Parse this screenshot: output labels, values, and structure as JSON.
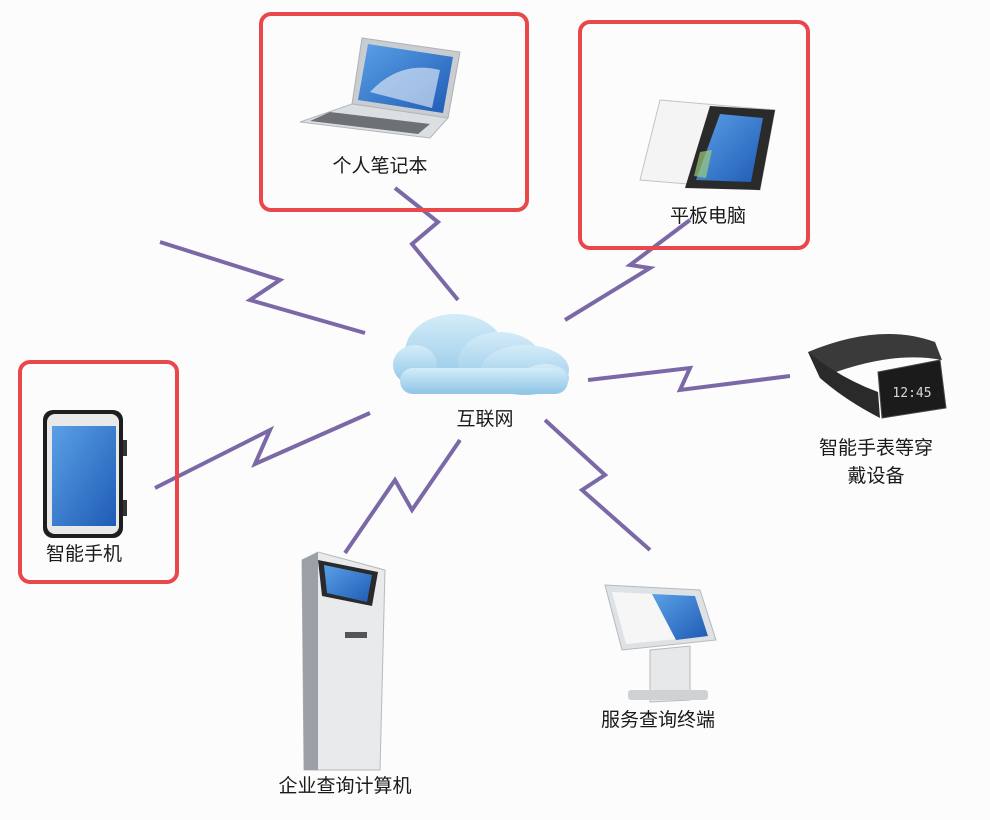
{
  "center": {
    "label": "互联网"
  },
  "devices": [
    {
      "id": "laptop",
      "label": "个人笔记本",
      "highlighted": true
    },
    {
      "id": "tablet",
      "label": "平板电脑",
      "highlighted": true
    },
    {
      "id": "smartphone",
      "label": "智能手机",
      "highlighted": true
    },
    {
      "id": "wearable",
      "label_lines": [
        "智能手表等穿",
        "戴设备"
      ],
      "highlighted": false
    },
    {
      "id": "enterprise-kiosk",
      "label": "企业查询计算机",
      "highlighted": false
    },
    {
      "id": "service-terminal",
      "label": "服务查询终端",
      "highlighted": false
    }
  ],
  "colors": {
    "highlight_box": "#e8474c",
    "lightning": "#7b68a6",
    "cloud": "#a8d4ec",
    "screen": "#2f6fc7"
  },
  "watch_time": "12:45"
}
